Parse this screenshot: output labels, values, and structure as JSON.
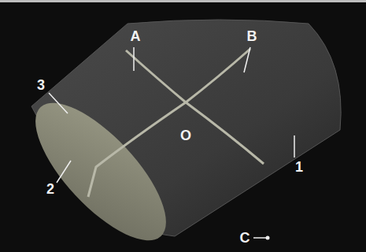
{
  "diagram": {
    "labels": [
      "A",
      "B",
      "3",
      "O",
      "1",
      "2",
      "C"
    ]
  }
}
